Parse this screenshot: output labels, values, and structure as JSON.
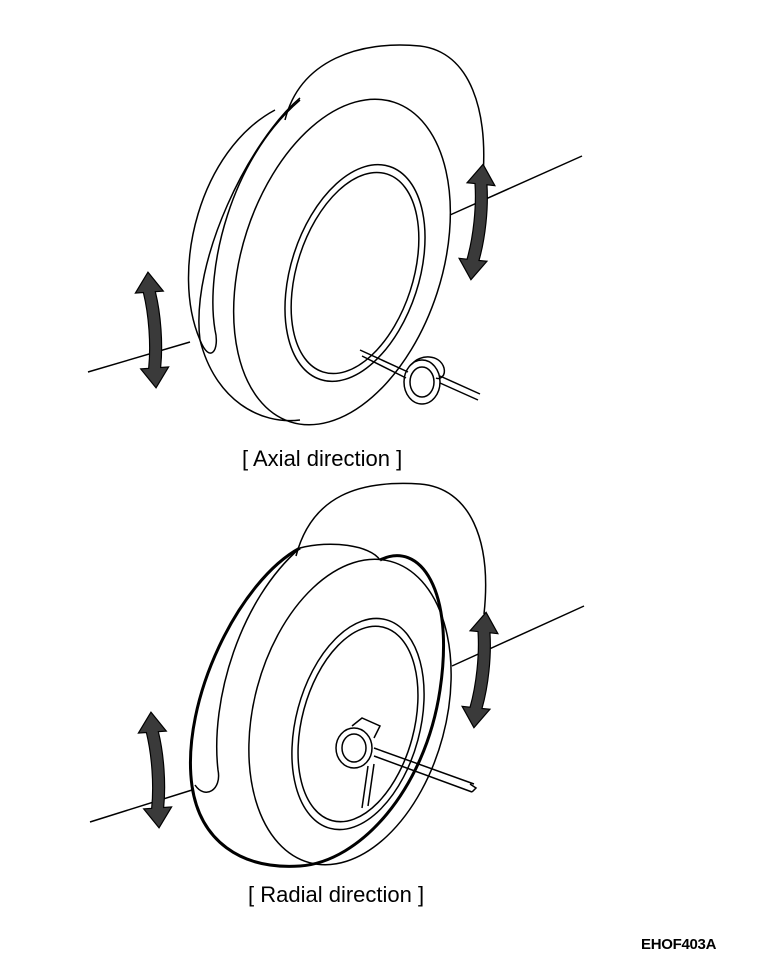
{
  "panels": [
    {
      "caption": "[ Axial direction ]"
    },
    {
      "caption": "[ Radial direction ]"
    }
  ],
  "figure_code": "EHOF403A",
  "icons": [
    "tire-icon",
    "dial-gauge-icon",
    "double-arrow-icon"
  ]
}
